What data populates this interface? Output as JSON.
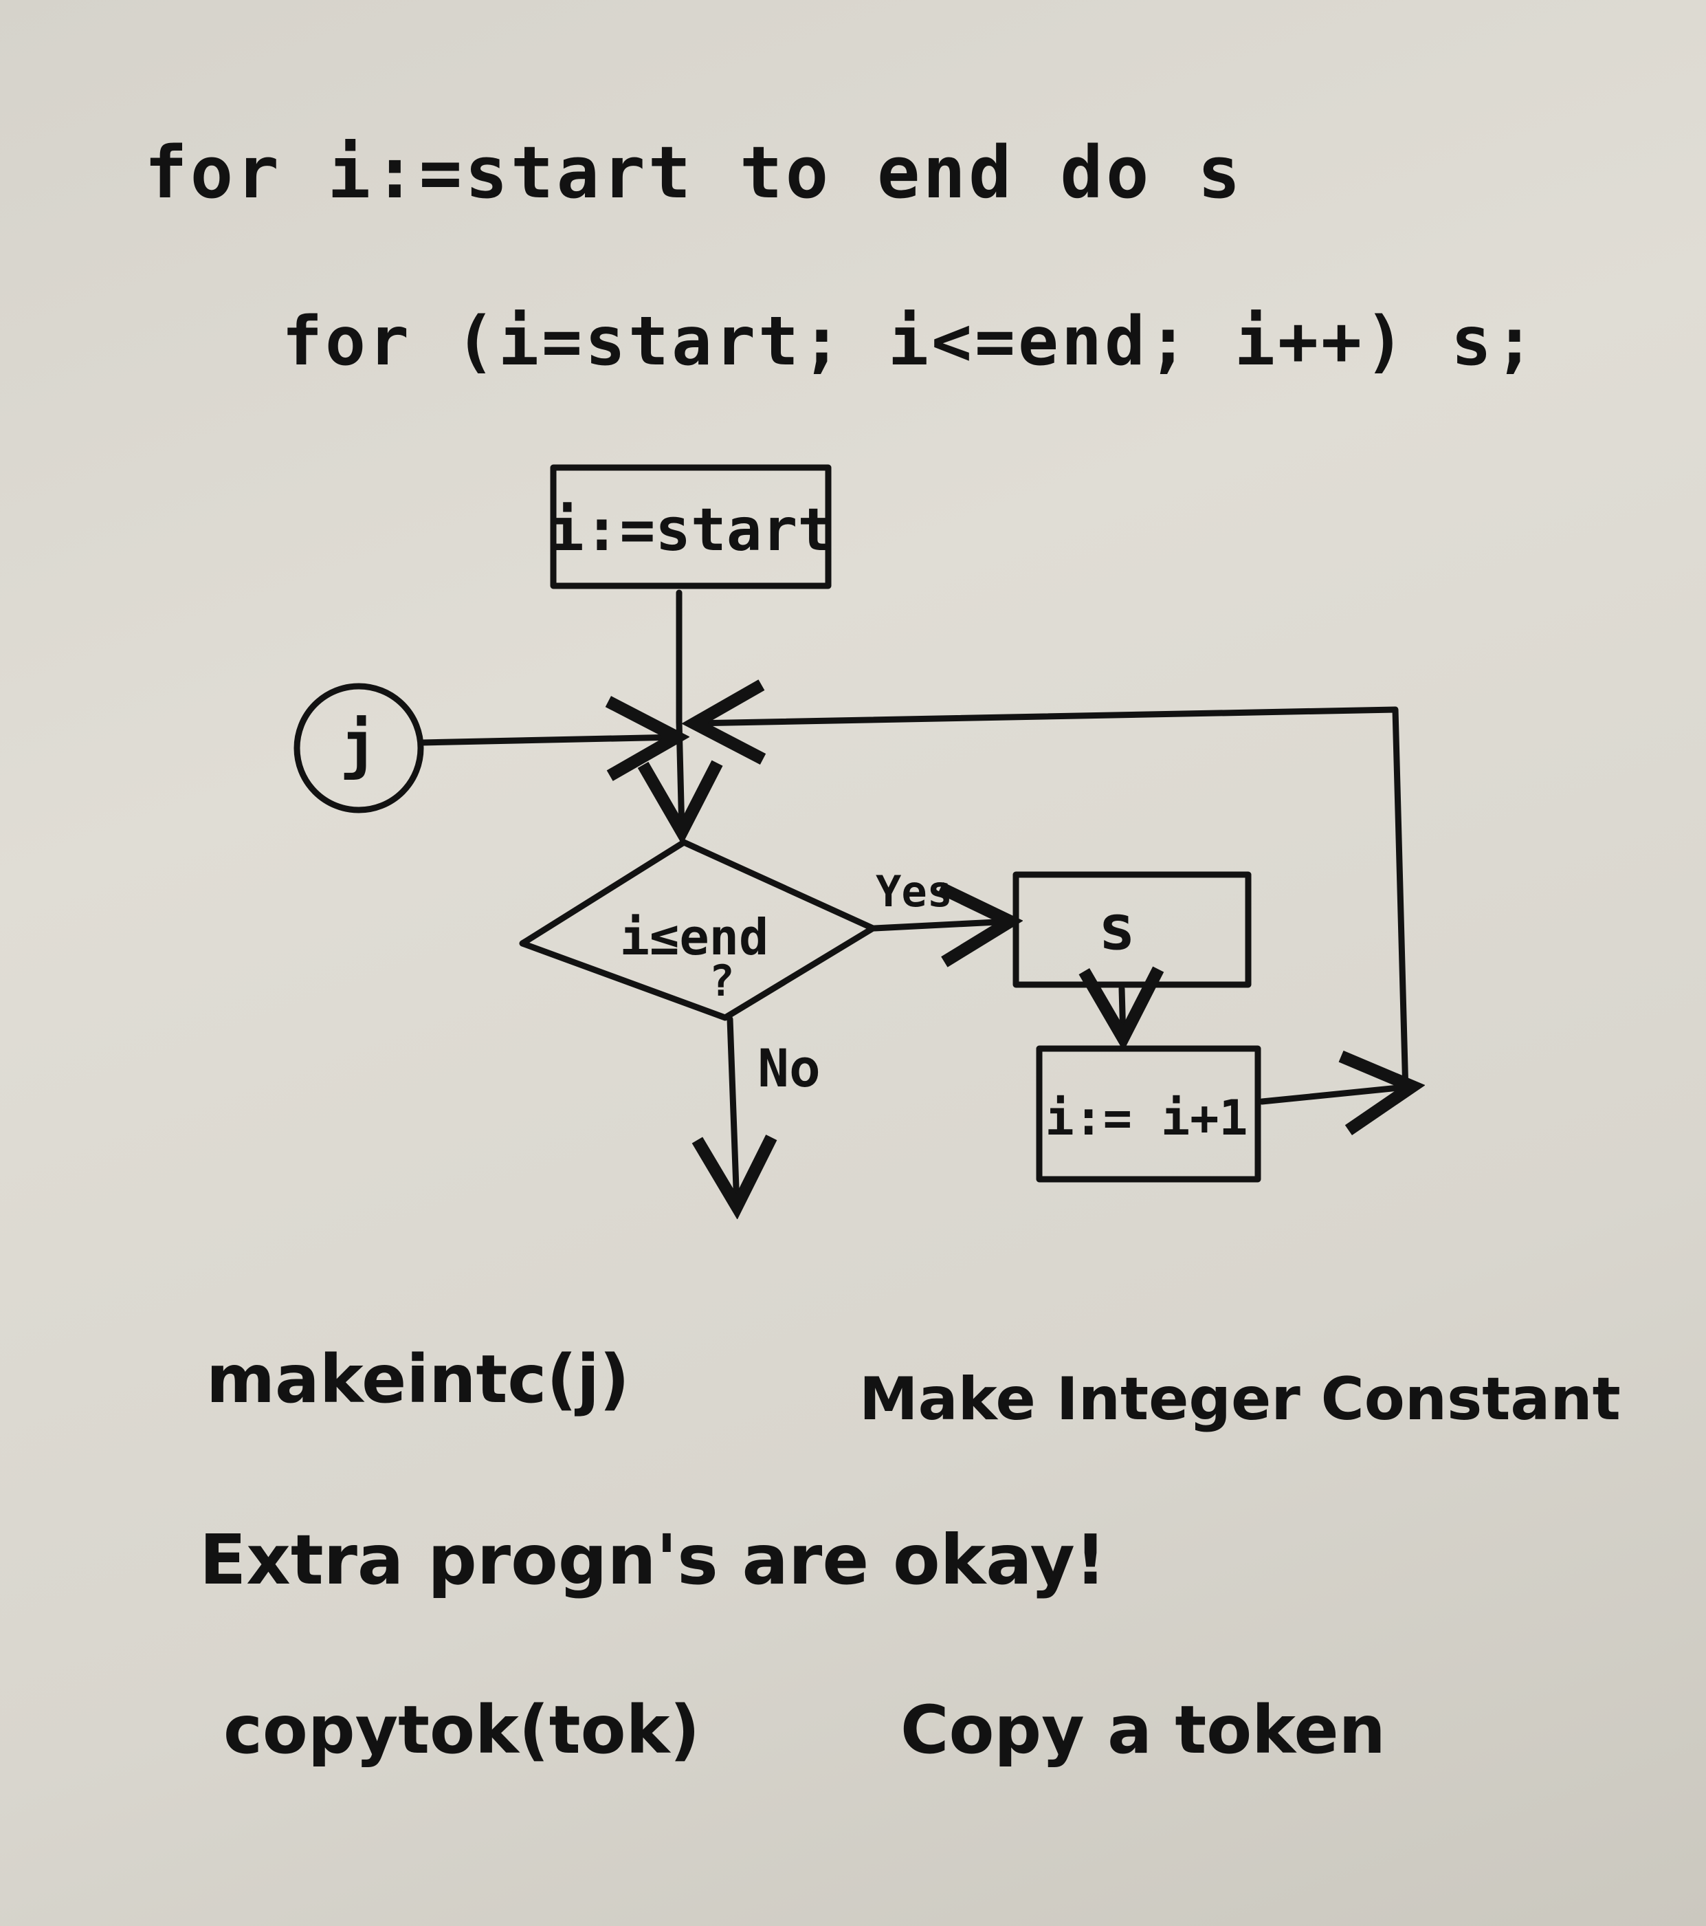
{
  "code": {
    "pascal": "for i:=start to end do s",
    "c": "for (i=start; i<=end; i++) s;"
  },
  "flowchart": {
    "init_box": "i:=start",
    "connector": "j",
    "decision_line1": "i≤end",
    "decision_line2": "?",
    "yes_label": "Yes",
    "no_label": "No",
    "body_box": "s",
    "increment_box": "i:= i+1"
  },
  "notes": {
    "makeintc": "makeintc(j)",
    "makeintc_desc": "Make Integer Constant",
    "extra_progns": "Extra progn's are okay!",
    "copytok": "copytok(tok)",
    "copytok_desc": "Copy a token"
  }
}
